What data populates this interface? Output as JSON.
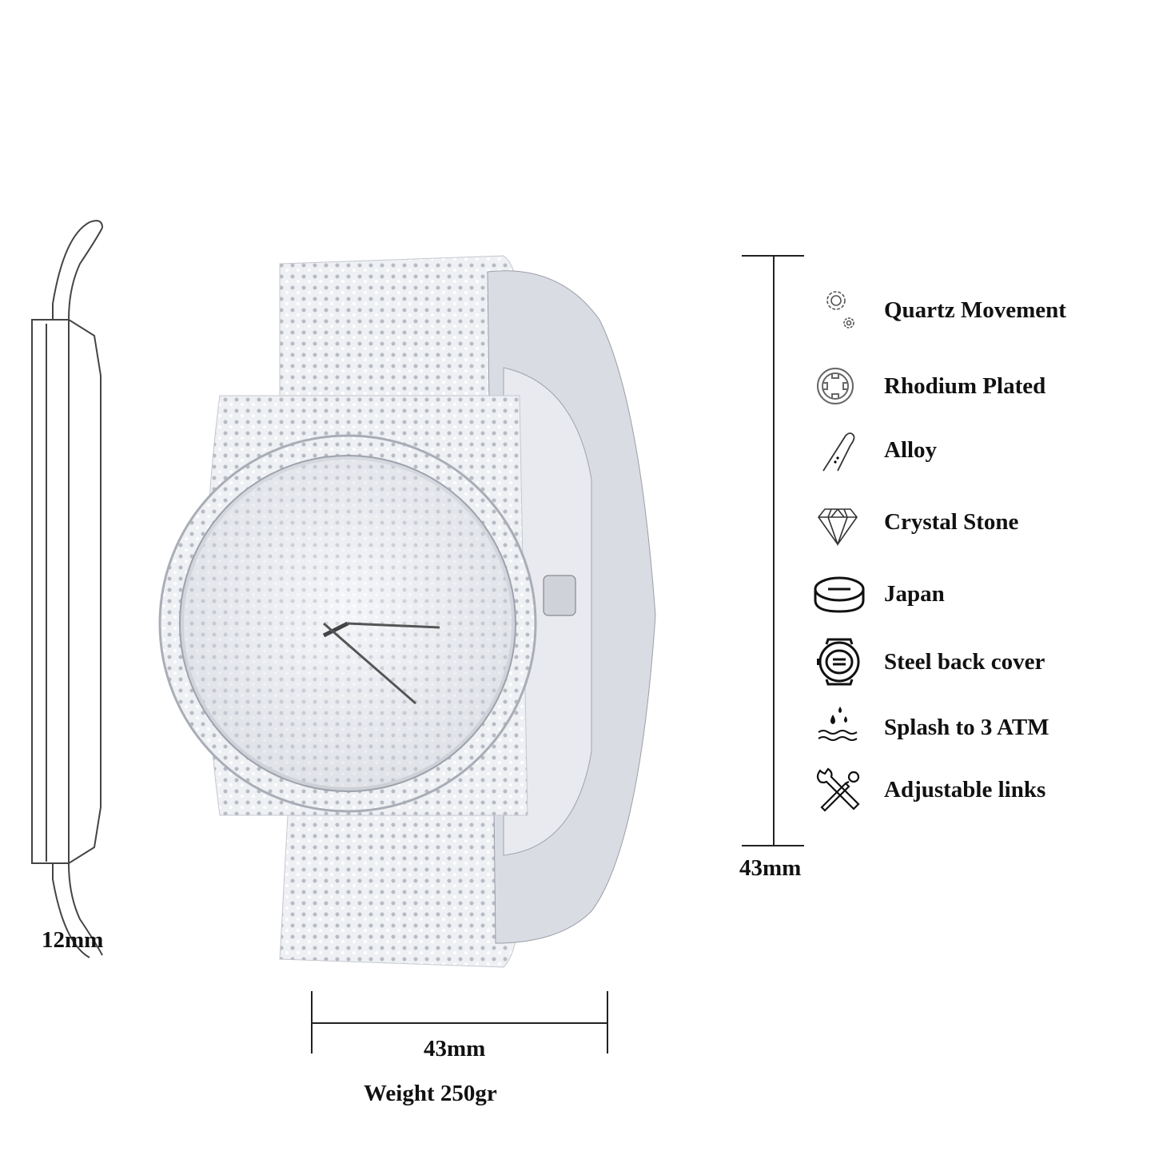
{
  "dimensions": {
    "thickness": "12mm",
    "height": "43mm",
    "width": "43mm",
    "weight": "Weight 250gr"
  },
  "features": [
    {
      "icon": "gears-icon",
      "label": "Quartz Movement"
    },
    {
      "icon": "ring-icon",
      "label": "Rhodium Plated"
    },
    {
      "icon": "bar-icon",
      "label": "Alloy"
    },
    {
      "icon": "diamond-icon",
      "label": "Crystal Stone"
    },
    {
      "icon": "battery-icon",
      "label": "Japan"
    },
    {
      "icon": "watch-back-icon",
      "label": "Steel back cover"
    },
    {
      "icon": "water-drops-icon",
      "label": "Splash to 3 ATM"
    },
    {
      "icon": "tools-icon",
      "label": "Adjustable links"
    }
  ]
}
